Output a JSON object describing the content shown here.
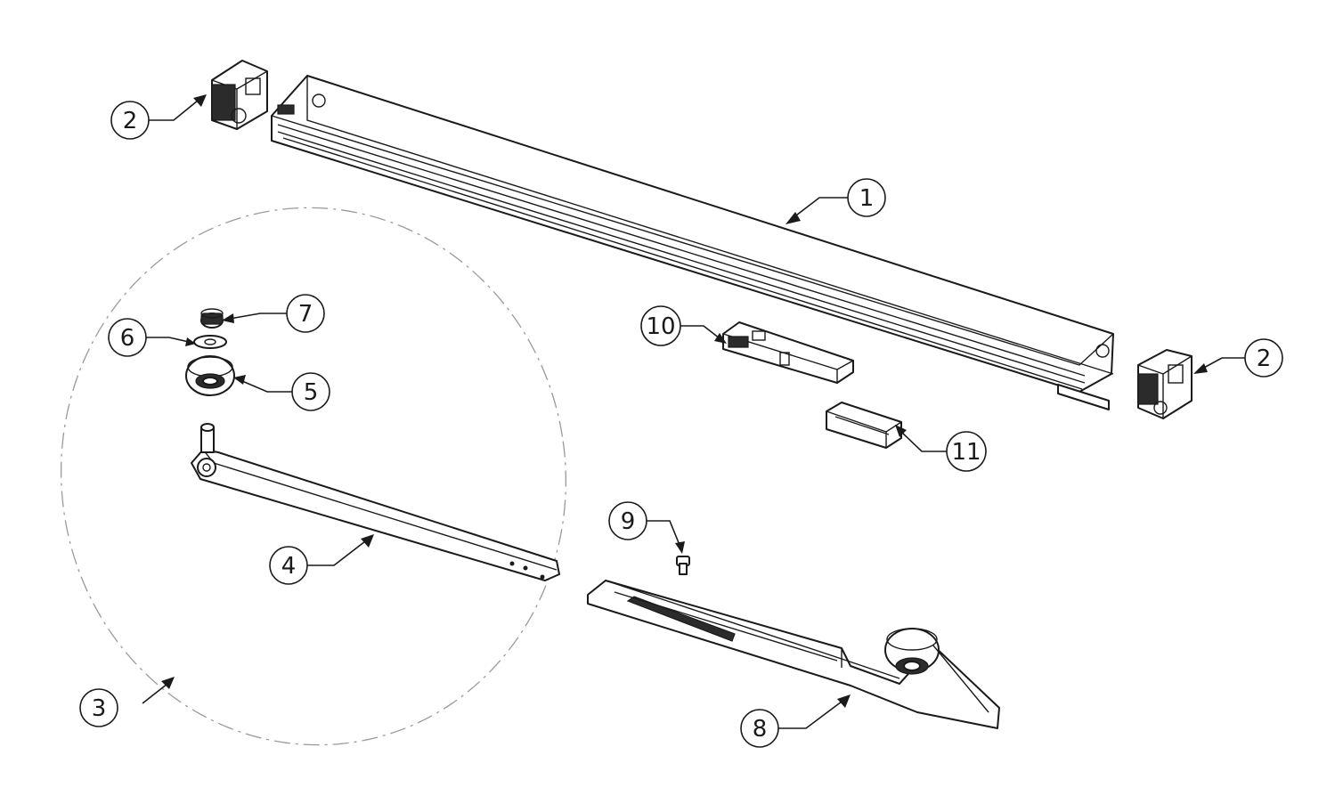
{
  "callouts": [
    {
      "label": "1"
    },
    {
      "label": "2"
    },
    {
      "label": "2"
    },
    {
      "label": "3"
    },
    {
      "label": "4"
    },
    {
      "label": "5"
    },
    {
      "label": "6"
    },
    {
      "label": "7"
    },
    {
      "label": "8"
    },
    {
      "label": "9"
    },
    {
      "label": "10"
    },
    {
      "label": "11"
    }
  ]
}
